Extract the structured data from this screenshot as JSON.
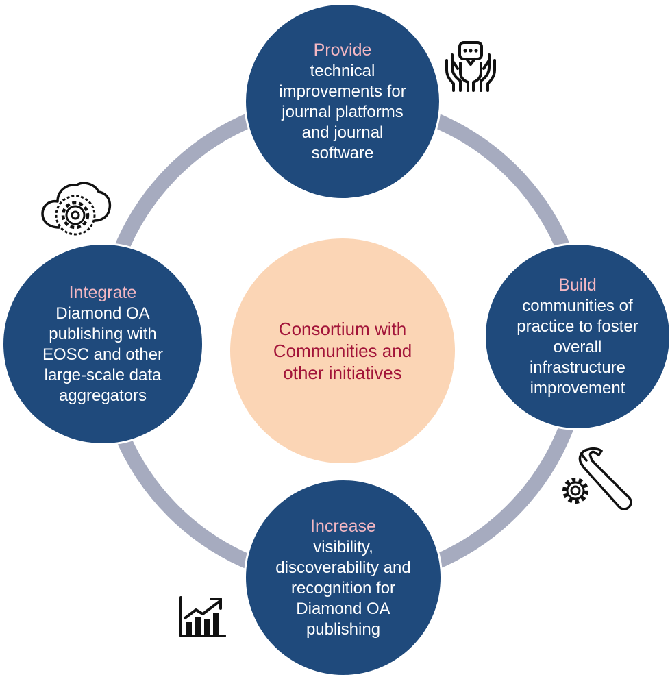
{
  "colors": {
    "node": "#1f4a7c",
    "ring": "#a6abbf",
    "center": "#fbd5b5",
    "center_text": "#a21439",
    "verb_text": "#f3b7c2"
  },
  "center": {
    "text": "Consortium with Communities and other initiatives"
  },
  "nodes": {
    "top": {
      "verb": "Provide",
      "desc": "technical improvements for journal platforms and journal software",
      "icon": "hands-chat-icon"
    },
    "right": {
      "verb": "Build",
      "desc": "communities of practice to foster overall infrastructure improvement",
      "icon": "wrench-gear-icon"
    },
    "bottom": {
      "verb": "Increase",
      "desc": "visibility, discoverability and recognition for Diamond OA publishing",
      "icon": "growth-chart-icon"
    },
    "left": {
      "verb": "Integrate",
      "desc": "Diamond OA publishing with EOSC and other large-scale data aggregators",
      "icon": "cloud-gear-icon"
    }
  }
}
